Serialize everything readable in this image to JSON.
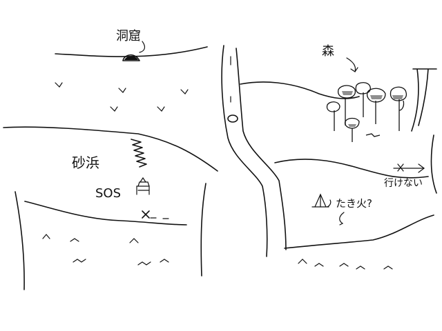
{
  "labels": {
    "cave": "洞窟",
    "forest": "森",
    "sand_beach": "砂浜",
    "sos": "SOS",
    "firewood": "たき火?",
    "no_go": "行けない"
  },
  "icons": {
    "cave": "cave-icon",
    "forest": "tree-cluster-icon",
    "treasure_mark": "x-mark-icon",
    "tent": "tent-icon",
    "arrow": "curved-arrow-icon"
  },
  "colors": {
    "ink": "#111111",
    "paper": "#ffffff"
  }
}
